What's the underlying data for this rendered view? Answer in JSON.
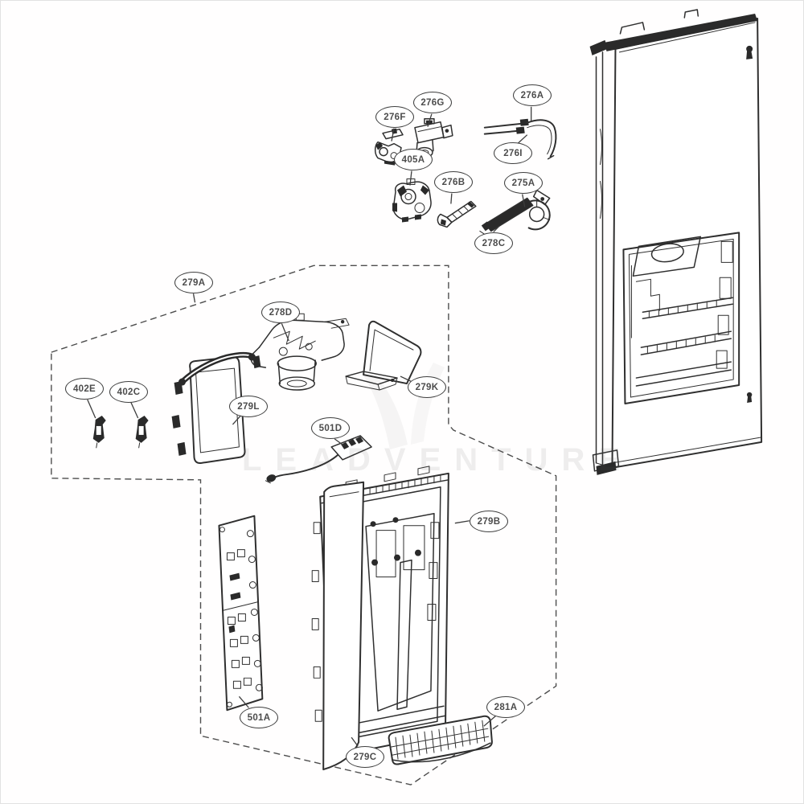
{
  "document": {
    "type": "exploded-parts-diagram",
    "subject": "refrigerator-dispenser-door-assembly"
  },
  "watermark": {
    "text": "LEADVENTURE"
  },
  "colors": {
    "line": "#2f2f2f",
    "callout_border": "#3f3f3f",
    "callout_text": "#4c4c4c",
    "background": "#ffffff",
    "watermark": "#ececec"
  },
  "callouts": [
    {
      "id": "276F",
      "label": "276F"
    },
    {
      "id": "276G",
      "label": "276G"
    },
    {
      "id": "276A",
      "label": "276A"
    },
    {
      "id": "276I",
      "label": "276I"
    },
    {
      "id": "405A",
      "label": "405A"
    },
    {
      "id": "276B",
      "label": "276B"
    },
    {
      "id": "275A",
      "label": "275A"
    },
    {
      "id": "278C",
      "label": "278C"
    },
    {
      "id": "279A",
      "label": "279A"
    },
    {
      "id": "278D",
      "label": "278D"
    },
    {
      "id": "279K",
      "label": "279K"
    },
    {
      "id": "279L",
      "label": "279L"
    },
    {
      "id": "402E",
      "label": "402E"
    },
    {
      "id": "402C",
      "label": "402C"
    },
    {
      "id": "501D",
      "label": "501D"
    },
    {
      "id": "279B",
      "label": "279B"
    },
    {
      "id": "501A",
      "label": "501A"
    },
    {
      "id": "279C",
      "label": "279C"
    },
    {
      "id": "281A",
      "label": "281A"
    }
  ]
}
